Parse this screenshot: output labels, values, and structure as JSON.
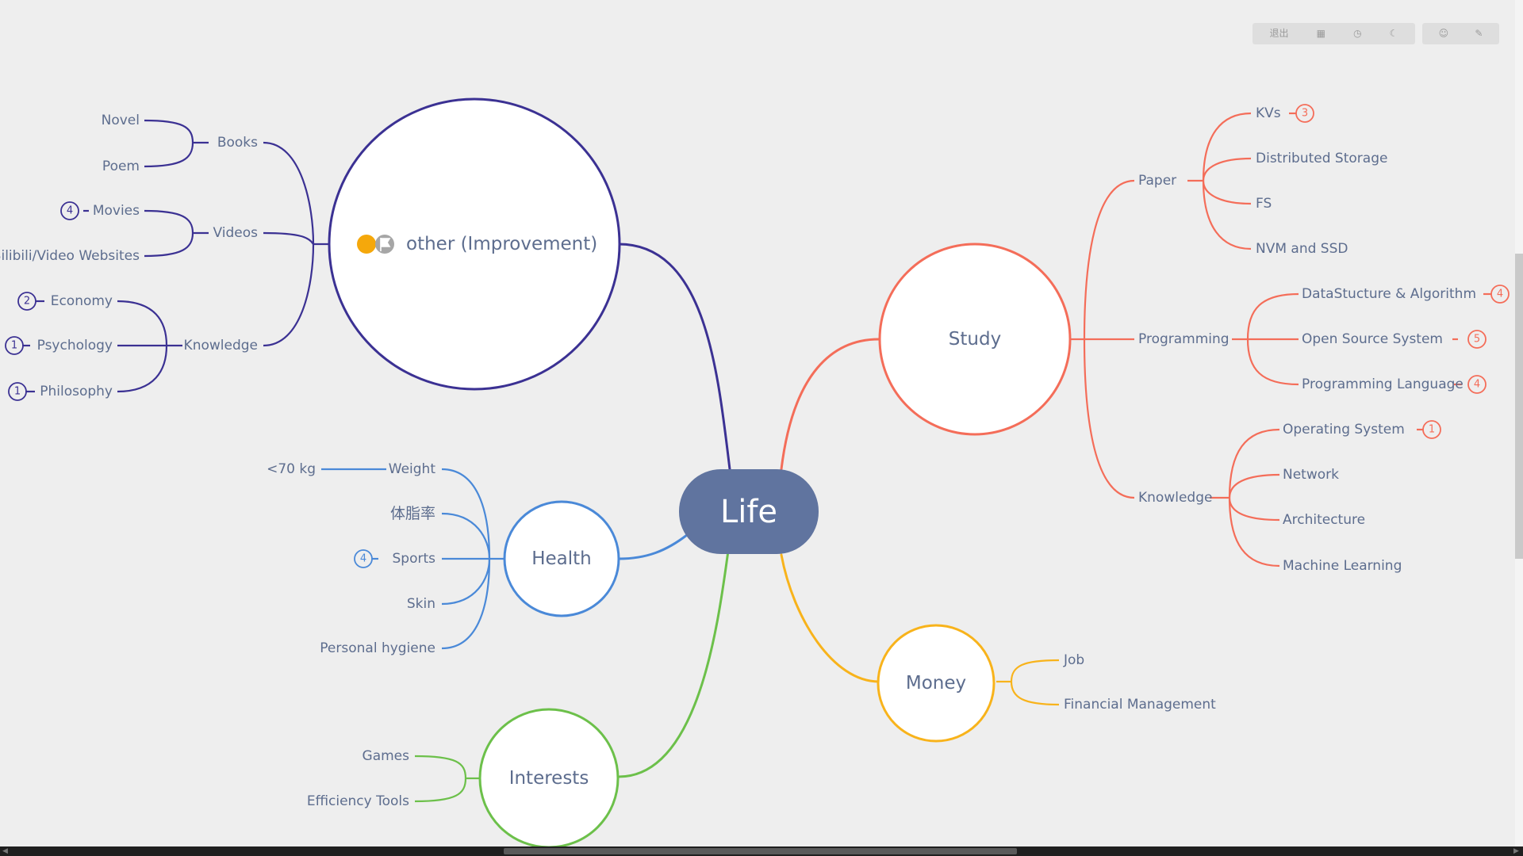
{
  "toolbar": {
    "exit_label": "退出",
    "left_icons": [
      "outline-icon",
      "history-icon",
      "theme-moon-icon"
    ],
    "right_icons": [
      "emoji-icon",
      "brush-icon"
    ]
  },
  "colors": {
    "background": "#eeeeee",
    "root_fill": "#60749f",
    "text": "#5d6d8e",
    "other": "#3b3193",
    "study": "#f46d59",
    "health": "#4a89d8",
    "money": "#f8b31b",
    "interests": "#6cc04a"
  },
  "mindmap": {
    "root": "Life",
    "other": {
      "title": "other (Improvement)",
      "markers": [
        "orange-priority-icon",
        "flag-icon"
      ],
      "books": {
        "label": "Books",
        "children": [
          "Novel",
          "Poem"
        ]
      },
      "videos": {
        "label": "Videos",
        "children": [
          "Movies",
          "Bilibili/Video Websites"
        ],
        "badges": [
          "4"
        ]
      },
      "knowledge": {
        "label": "Knowledge",
        "children": [
          "Economy",
          "Psychology",
          "Philosophy"
        ],
        "badges": [
          "2",
          "1",
          "1"
        ]
      }
    },
    "health": {
      "title": "Health",
      "children": [
        "Weight",
        "体脂率",
        "Sports",
        "Skin",
        "Personal hygiene"
      ],
      "weight_target": "<70 kg",
      "sports_badge": "4"
    },
    "interests": {
      "title": "Interests",
      "children": [
        "Games",
        "Efficiency Tools"
      ]
    },
    "study": {
      "title": "Study",
      "paper": {
        "label": "Paper",
        "children": [
          "KVs",
          "Distributed Storage",
          "FS",
          "NVM and SSD"
        ],
        "kvs_badge": "3"
      },
      "programming": {
        "label": "Programming",
        "children": [
          "DataStucture & Algorithm",
          "Open Source System",
          "Programming Language"
        ],
        "badges": [
          "4",
          "5",
          "4"
        ]
      },
      "knowledge": {
        "label": "Knowledge",
        "children": [
          "Operating System",
          "Network",
          "Architecture",
          "Machine Learning"
        ],
        "os_badge": "1"
      }
    },
    "money": {
      "title": "Money",
      "children": [
        "Job",
        "Financial Management"
      ]
    }
  }
}
